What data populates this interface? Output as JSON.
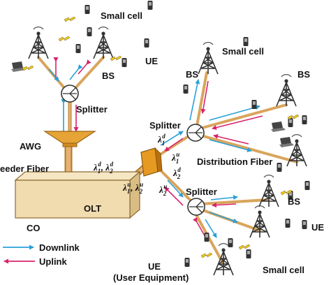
{
  "labels": {
    "small_cell_top": "Small cell",
    "ue_top": "UE",
    "bs_top": "BS",
    "splitter_left": "Splitter",
    "awg": "AWG",
    "feeder_fiber": "eeder Fiber",
    "olt": "OLT",
    "co": "CO",
    "small_cell_right": "Small cell",
    "bs_right_a": "BS",
    "bs_right_b": "BS",
    "splitter_upper": "Splitter",
    "distribution_fiber": "Distribution Fiber",
    "splitter_lower": "Splitter",
    "bs_lower": "BS",
    "ue_lower": "UE",
    "small_cell_bottom": "Small cell",
    "ue_bottom": "UE",
    "user_equipment": "(User Equipment)"
  },
  "wavelengths": {
    "symbol": "λ",
    "downlink_pair": {
      "first": {
        "sub": "1",
        "sup": "d"
      },
      "sep": ", ",
      "second": {
        "sub": "2",
        "sup": "d"
      }
    },
    "uplink_pair": {
      "first": {
        "sub": "1",
        "sup": "u"
      },
      "sep": ", ",
      "second": {
        "sub": "2",
        "sup": "u"
      }
    },
    "upper_branch": {
      "sub": "1",
      "sup": "d"
    },
    "mid_branch_a": {
      "sub": "1",
      "sup": "u"
    },
    "mid_branch_b": {
      "sub": "2",
      "sup": "d"
    },
    "lower_branch": {
      "sub": "2",
      "sup": "u"
    }
  },
  "legend": {
    "downlink": "Downlink",
    "uplink": "Uplink"
  },
  "colors": {
    "fiber": "#d9a55c",
    "fiber_dark": "#b07a2e",
    "downlink_arrow": "#2aa0d8",
    "uplink_arrow": "#d8236b",
    "olt_box": "#f1dcb0",
    "awg": "#cf8a22",
    "awg_main": "#e6a437"
  }
}
